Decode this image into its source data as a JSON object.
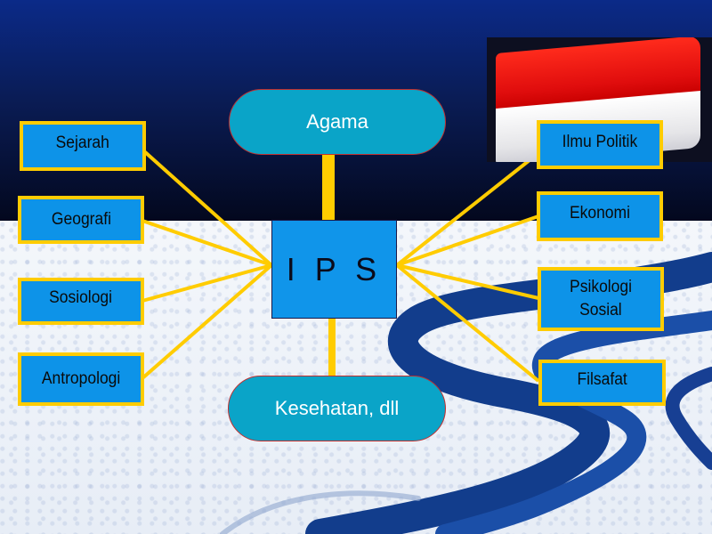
{
  "diagram": {
    "center": "I P S",
    "top": "Agama",
    "bottom": "Kesehatan, dll",
    "left": [
      "Sejarah",
      "Geografi",
      "Sosiologi",
      "Antropologi"
    ],
    "right": {
      "ilmu_politik": "Ilmu Politik",
      "ekonomi": "Ekonomi",
      "psikologi_line1": "Psikologi",
      "psikologi_line2": "Sosial",
      "filsafat": "Filsafat"
    }
  },
  "colors": {
    "box_fill": "#0d93e8",
    "box_border": "#ffcc00",
    "connector": "#ffcc00",
    "pill_fill": "#0aa4c8",
    "flag_red": "#e00d0d",
    "flag_white": "#ffffff"
  },
  "decorations": {
    "flag": "indonesian-flag",
    "background": "blue-river-swirl"
  }
}
